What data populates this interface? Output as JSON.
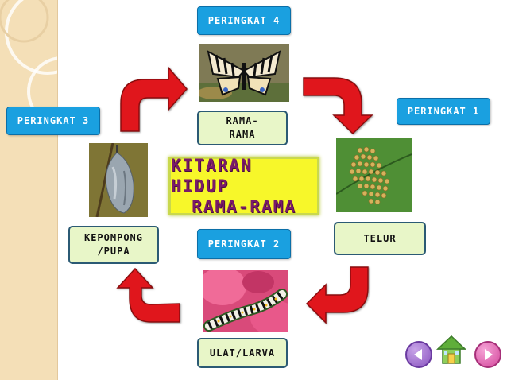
{
  "title": {
    "line1": "KITARAN HIDUP",
    "line2": "RAMA-RAMA"
  },
  "stages": {
    "stage4": "PERINGKAT 4",
    "stage1": "PERINGKAT 1",
    "stage2": "PERINGKAT 2",
    "stage3": "PERINGKAT 3"
  },
  "labels": {
    "butterfly_line1": "RAMA-",
    "butterfly_line2": "RAMA",
    "egg": "TELUR",
    "larva": "ULAT/LARVA",
    "pupa_line1": "KEPOMPONG",
    "pupa_line2": "/PUPA"
  },
  "navigation": {
    "back_icon": "left-triangle-icon",
    "home_icon": "house-icon",
    "next_icon": "right-triangle-icon"
  },
  "colors": {
    "arrow": "#e0161b",
    "stage_tab": "#1aa0e0",
    "label_box": "#e8f6c8",
    "title_bg": "#f7f72a",
    "title_text": "#7a1a6a"
  }
}
